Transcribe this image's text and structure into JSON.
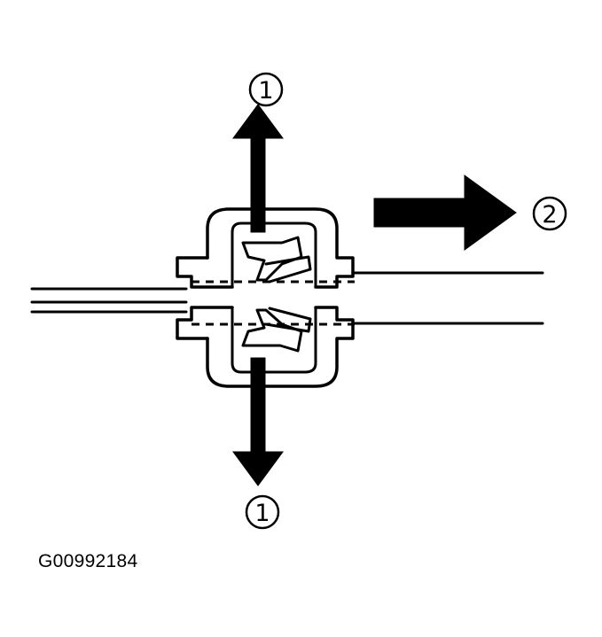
{
  "callouts": {
    "top": "1",
    "right": "2",
    "bottom": "1"
  },
  "reference_code": "G00992184"
}
